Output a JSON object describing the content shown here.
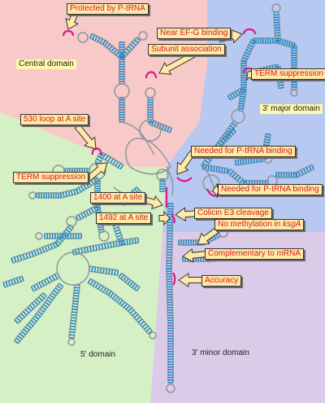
{
  "colors": {
    "central_domain_bg": "#f7c9c9",
    "major_domain_bg": "#b7c9f1",
    "five_prime_domain_bg": "#d6f0c5",
    "minor_domain_bg": "#dccbe8",
    "rna_backbone": "#8e969c",
    "base_pairs": "#1e88c9",
    "highlight_loop": "#e0178c",
    "callout_fill": "#ffe9a6",
    "callout_text": "#d11f1f",
    "arrow_fill": "#ffe9a6"
  },
  "domains": {
    "central": "Central  domain",
    "three_prime_major": "3' major domain",
    "five_prime": "5' domain",
    "three_prime_minor": "3' minor domain"
  },
  "annotations": {
    "protected_by_ptrna": "Protected by P-tRNA",
    "near_efg_binding": "Near EF-G binding",
    "subunit_association": "Subunit association",
    "term_suppression_top": "TERM suppression",
    "loop_530": "530 loop at A site",
    "term_suppression_left": "TERM suppression",
    "needed_ptrna_1": "Needed for P-tRNA binding",
    "needed_ptrna_2": "Needed for P-tRNA binding",
    "site_1400": "1400 at A site",
    "site_1492": "1492 at A site",
    "colicin": "Colicin E3 cleavage",
    "no_methylation_prefix": "No methylation in ",
    "no_methylation_gene": "ksgA",
    "complementary": "Complementary to mRNA",
    "accuracy": "Accuracy"
  },
  "icons": {
    "callout_arrow": "block-arrow-icon"
  }
}
